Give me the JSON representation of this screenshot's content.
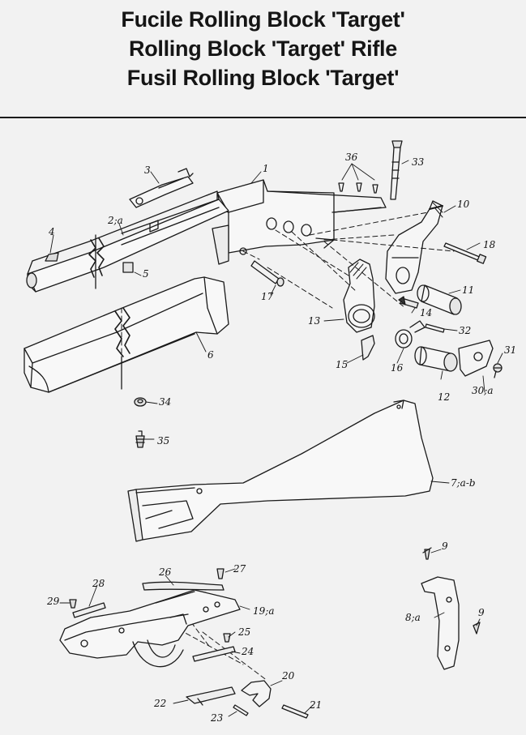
{
  "titles": [
    "Fucile Rolling Block 'Target'",
    "Rolling Block 'Target' Rifle",
    "Fusil Rolling Block 'Target'"
  ],
  "callouts": {
    "c1": "1",
    "c2a": "2;a",
    "c3": "3",
    "c4": "4",
    "c5": "5",
    "c6": "6",
    "c7ab": "7;a-b",
    "c8a": "8;a",
    "c9a": "9",
    "c9b": "9",
    "c10": "10",
    "c11": "11",
    "c12": "12",
    "c13": "13",
    "c14": "14",
    "c15": "15",
    "c16": "16",
    "c17": "17",
    "c18": "18",
    "c19a": "19;a",
    "c20": "20",
    "c21": "21",
    "c22": "22",
    "c23": "23",
    "c24": "24",
    "c25": "25",
    "c26": "26",
    "c27": "27",
    "c28": "28",
    "c29": "29",
    "c30a": "30;a",
    "c31": "31",
    "c32": "32",
    "c33": "33",
    "c34": "34",
    "c35": "35",
    "c36": "36"
  },
  "colors": {
    "ink": "#1a1a1a",
    "paper": "#f2f2f2"
  }
}
